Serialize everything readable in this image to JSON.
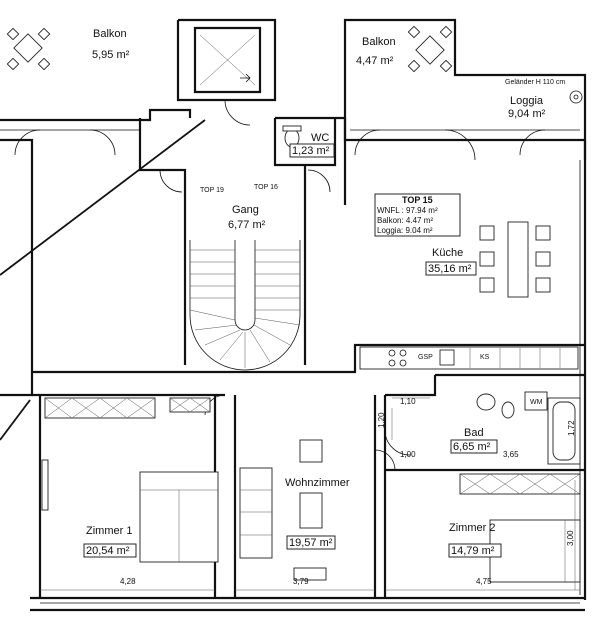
{
  "rooms": {
    "balkon_left": {
      "name": "Balkon",
      "area": "5,95 m²"
    },
    "balkon_right": {
      "name": "Balkon",
      "area": "4,47 m²"
    },
    "loggia": {
      "name": "Loggia",
      "area": "9,04 m²",
      "note": "Geländer H 110 cm"
    },
    "wc": {
      "name": "WC",
      "area": "1,23 m²"
    },
    "gang": {
      "name": "Gang",
      "area": "6,77 m²"
    },
    "kueche": {
      "name": "Küche",
      "area": "35,16 m²"
    },
    "bad": {
      "name": "Bad",
      "area": "6,65 m²"
    },
    "wohnzimmer": {
      "name": "Wohnzimmer",
      "area": "19,57 m²"
    },
    "zimmer1": {
      "name": "Zimmer 1",
      "area": "20,54 m²"
    },
    "zimmer2": {
      "name": "Zimmer 2",
      "area": "14,79 m²"
    }
  },
  "info_box": {
    "title": "TOP 15",
    "line1": "WNFL : 97.94 m²",
    "line2": "Balkon: 4.47 m²",
    "line3": "Loggia: 9.04 m²"
  },
  "tops": {
    "top19": "TOP 19",
    "top16": "TOP 16"
  },
  "dimensions": {
    "d110": "1,10",
    "d120": "1,20",
    "d100": "1,00",
    "d365": "3,65",
    "d172": "1,72",
    "d300": "3,00",
    "d428": "4,28",
    "d379": "3,79",
    "d475": "4,75"
  },
  "appliances": {
    "wm": "WM",
    "gsp": "GSP",
    "ks": "KS"
  }
}
